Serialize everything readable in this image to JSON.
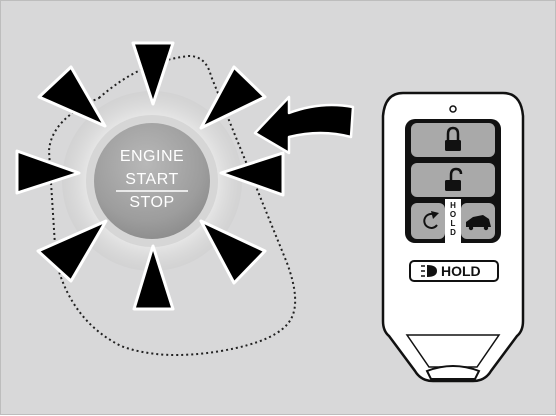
{
  "start_button": {
    "line1": "ENGINE",
    "line2": "START",
    "line3": "STOP"
  },
  "key_fob": {
    "buttons": [
      {
        "name": "lock",
        "icon": "padlock-closed-icon"
      },
      {
        "name": "unlock",
        "icon": "padlock-open-icon"
      },
      {
        "name": "remote-start",
        "icon": "circular-arrow-icon"
      },
      {
        "name": "trunk",
        "icon": "car-trunk-icon"
      }
    ],
    "hold_small_label": "HOLD",
    "hold_pill_label": "HOLD"
  },
  "colors": {
    "background": "#d8d8d9",
    "fob_body": "#ffffff",
    "fob_outline": "#111111",
    "button_grey": "#a9a9a9",
    "arrow_black": "#000000"
  }
}
